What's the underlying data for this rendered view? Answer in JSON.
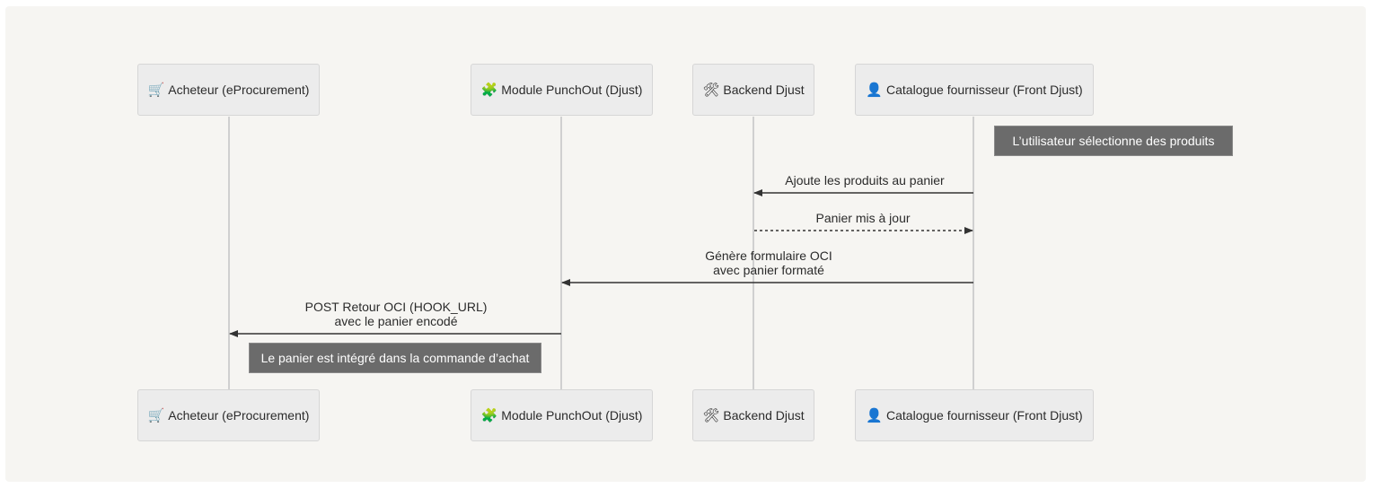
{
  "participants": [
    {
      "id": "buyer",
      "icon": "🛒",
      "label": "Acheteur (eProcurement)"
    },
    {
      "id": "module",
      "icon": "🧩",
      "label": "Module PunchOut (Djust)"
    },
    {
      "id": "backend",
      "icon": "🛠",
      "label": "Backend Djust"
    },
    {
      "id": "catalog",
      "icon": "👤",
      "label": "Catalogue fournisseur (Front Djust)"
    }
  ],
  "notes": [
    {
      "id": "note-select",
      "text": "L’utilisateur sélectionne des produits"
    },
    {
      "id": "note-integrated",
      "text": "Le panier est intégré dans la commande d’achat"
    }
  ],
  "messages": [
    {
      "id": "msg-add",
      "line1": "Ajoute les produits au panier",
      "line2": "",
      "from": "catalog",
      "to": "backend",
      "style": "solid"
    },
    {
      "id": "msg-updated",
      "line1": "Panier mis à jour",
      "line2": "",
      "from": "backend",
      "to": "catalog",
      "style": "dashed"
    },
    {
      "id": "msg-oci",
      "line1": "Génère formulaire OCI",
      "line2": "avec panier formaté",
      "from": "catalog",
      "to": "module",
      "style": "solid"
    },
    {
      "id": "msg-post",
      "line1": "POST Retour OCI (HOOK_URL)",
      "line2": "avec le panier encodé",
      "from": "module",
      "to": "buyer",
      "style": "solid"
    }
  ],
  "colors": {
    "background": "#f6f5f2",
    "actor_fill": "#ececec",
    "note_fill": "#6b6b6b",
    "arrow": "#333333"
  }
}
